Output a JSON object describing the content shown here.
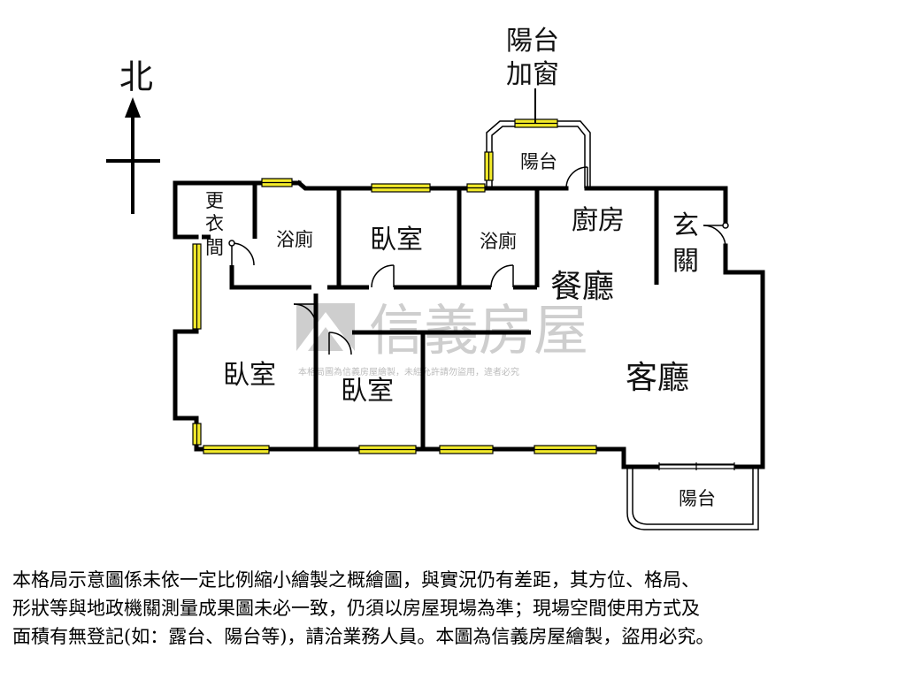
{
  "compass": {
    "north_label": "北"
  },
  "rooms": {
    "balcony_window_line1": "陽台",
    "balcony_window_line2": "加窗",
    "balcony_north": "陽台",
    "dressing_1": "更",
    "dressing_2": "衣",
    "dressing_3": "間",
    "bath_left": "浴廁",
    "bedroom_north": "臥室",
    "bath_right": "浴廁",
    "kitchen": "廚房",
    "entrance_1": "玄",
    "entrance_2": "關",
    "dining": "餐廳",
    "bedroom_west": "臥室",
    "bedroom_middle": "臥室",
    "living": "客廳",
    "balcony_south": "陽台"
  },
  "watermark": {
    "brand": "信義房屋",
    "notice": "本格局圖為信義房屋繪製，未經允許請勿盜用，違者必究"
  },
  "disclaimer": {
    "line1": "本格局示意圖係未依一定比例縮小繪製之概繪圖，與實況仍有差距，其方位、格局、",
    "line2": "形狀等與地政機關測量成果圖未必一致，仍須以房屋現場為準；現場空間使用方式及",
    "line3": "面積有無登記(如：露台、陽台等)，請洽業務人員。本圖為信義房屋繪製，盜用必究。"
  },
  "colors": {
    "wall": "#000000",
    "window": "#f2ea2a",
    "watermark": "#c9c9c9"
  }
}
